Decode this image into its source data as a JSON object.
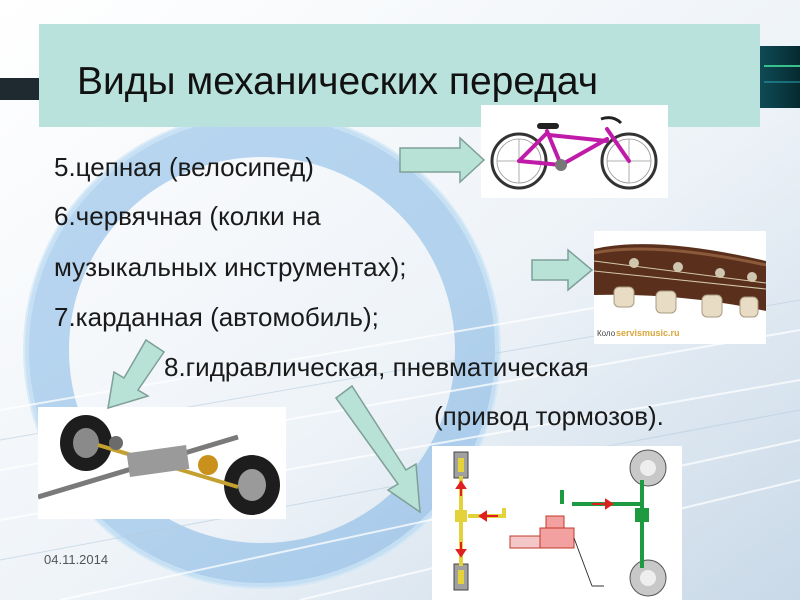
{
  "slide": {
    "title": "Виды механических передач",
    "lines": [
      "5.цепная (велосипед)",
      "6.червячная (колки на",
      "музыкальных инструментах);",
      "7.карданная (автомобиль);",
      "8.гидравлическая, пневматическая",
      "(привод тормозов)."
    ],
    "date": "04.11.2014"
  },
  "images": {
    "bicycle": "bicycle-photo",
    "tuning_pegs": "tuning-pegs-photo",
    "tuning_pegs_caption": "Коло",
    "tuning_pegs_watermark": "servismusic.ru",
    "driveshaft": "driveshaft-photo",
    "brake_diagram": "brake-system-diagram"
  },
  "colors": {
    "title_bg": "#b9e2dc",
    "arrow_fill": "#b8e2d6",
    "arrow_stroke": "#7f9f97",
    "text": "#1a1a1a",
    "background_ring": "#5da3dd"
  }
}
